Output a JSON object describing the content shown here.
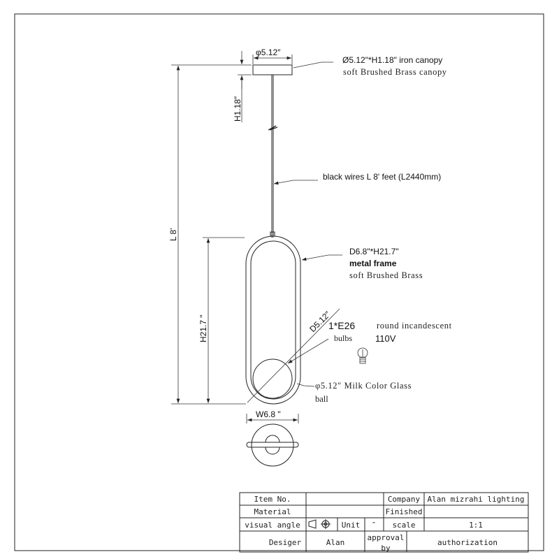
{
  "annotations": {
    "canopy_dim": "φ5.12″",
    "canopy_spec": "Ø5.12\"*H1.18\" iron canopy",
    "canopy_finish": "soft Brushed Brass canopy",
    "canopy_height": "H1.18″",
    "total_length": "L 8'",
    "wire": "black wires L 8' feet (L2440mm)",
    "frame_spec": "D6.8\"*H21.7\"",
    "frame_material": "metal frame",
    "frame_finish": "soft Brushed Brass",
    "frame_height": "H21.7 \"",
    "ball_diameter": "D5.12″",
    "bulb_qty": "1*E26",
    "bulb_word": "bulbs",
    "bulb_type": "round incandescent",
    "bulb_voltage": "110V",
    "glass_line1": "φ5.12″ Milk Color Glass",
    "glass_line2": "ball",
    "width": "W6.8 \""
  },
  "title_block": {
    "item_no_label": "Item No.",
    "item_no_value": "",
    "company_label": "Company",
    "company_value": "Alan mizrahi lighting",
    "material_label": "Material",
    "material_value": "",
    "finished_label": "Finished",
    "finished_value": "",
    "visual_angle_label": "visual angle",
    "unit_label": "Unit",
    "unit_value": "″",
    "scale_label": "scale",
    "scale_value": "1:1",
    "designer_label": "Desiger",
    "designer_value": "Alan",
    "approval_label_1": "approval",
    "approval_label_2": "by",
    "authorization_label": "authorization"
  }
}
